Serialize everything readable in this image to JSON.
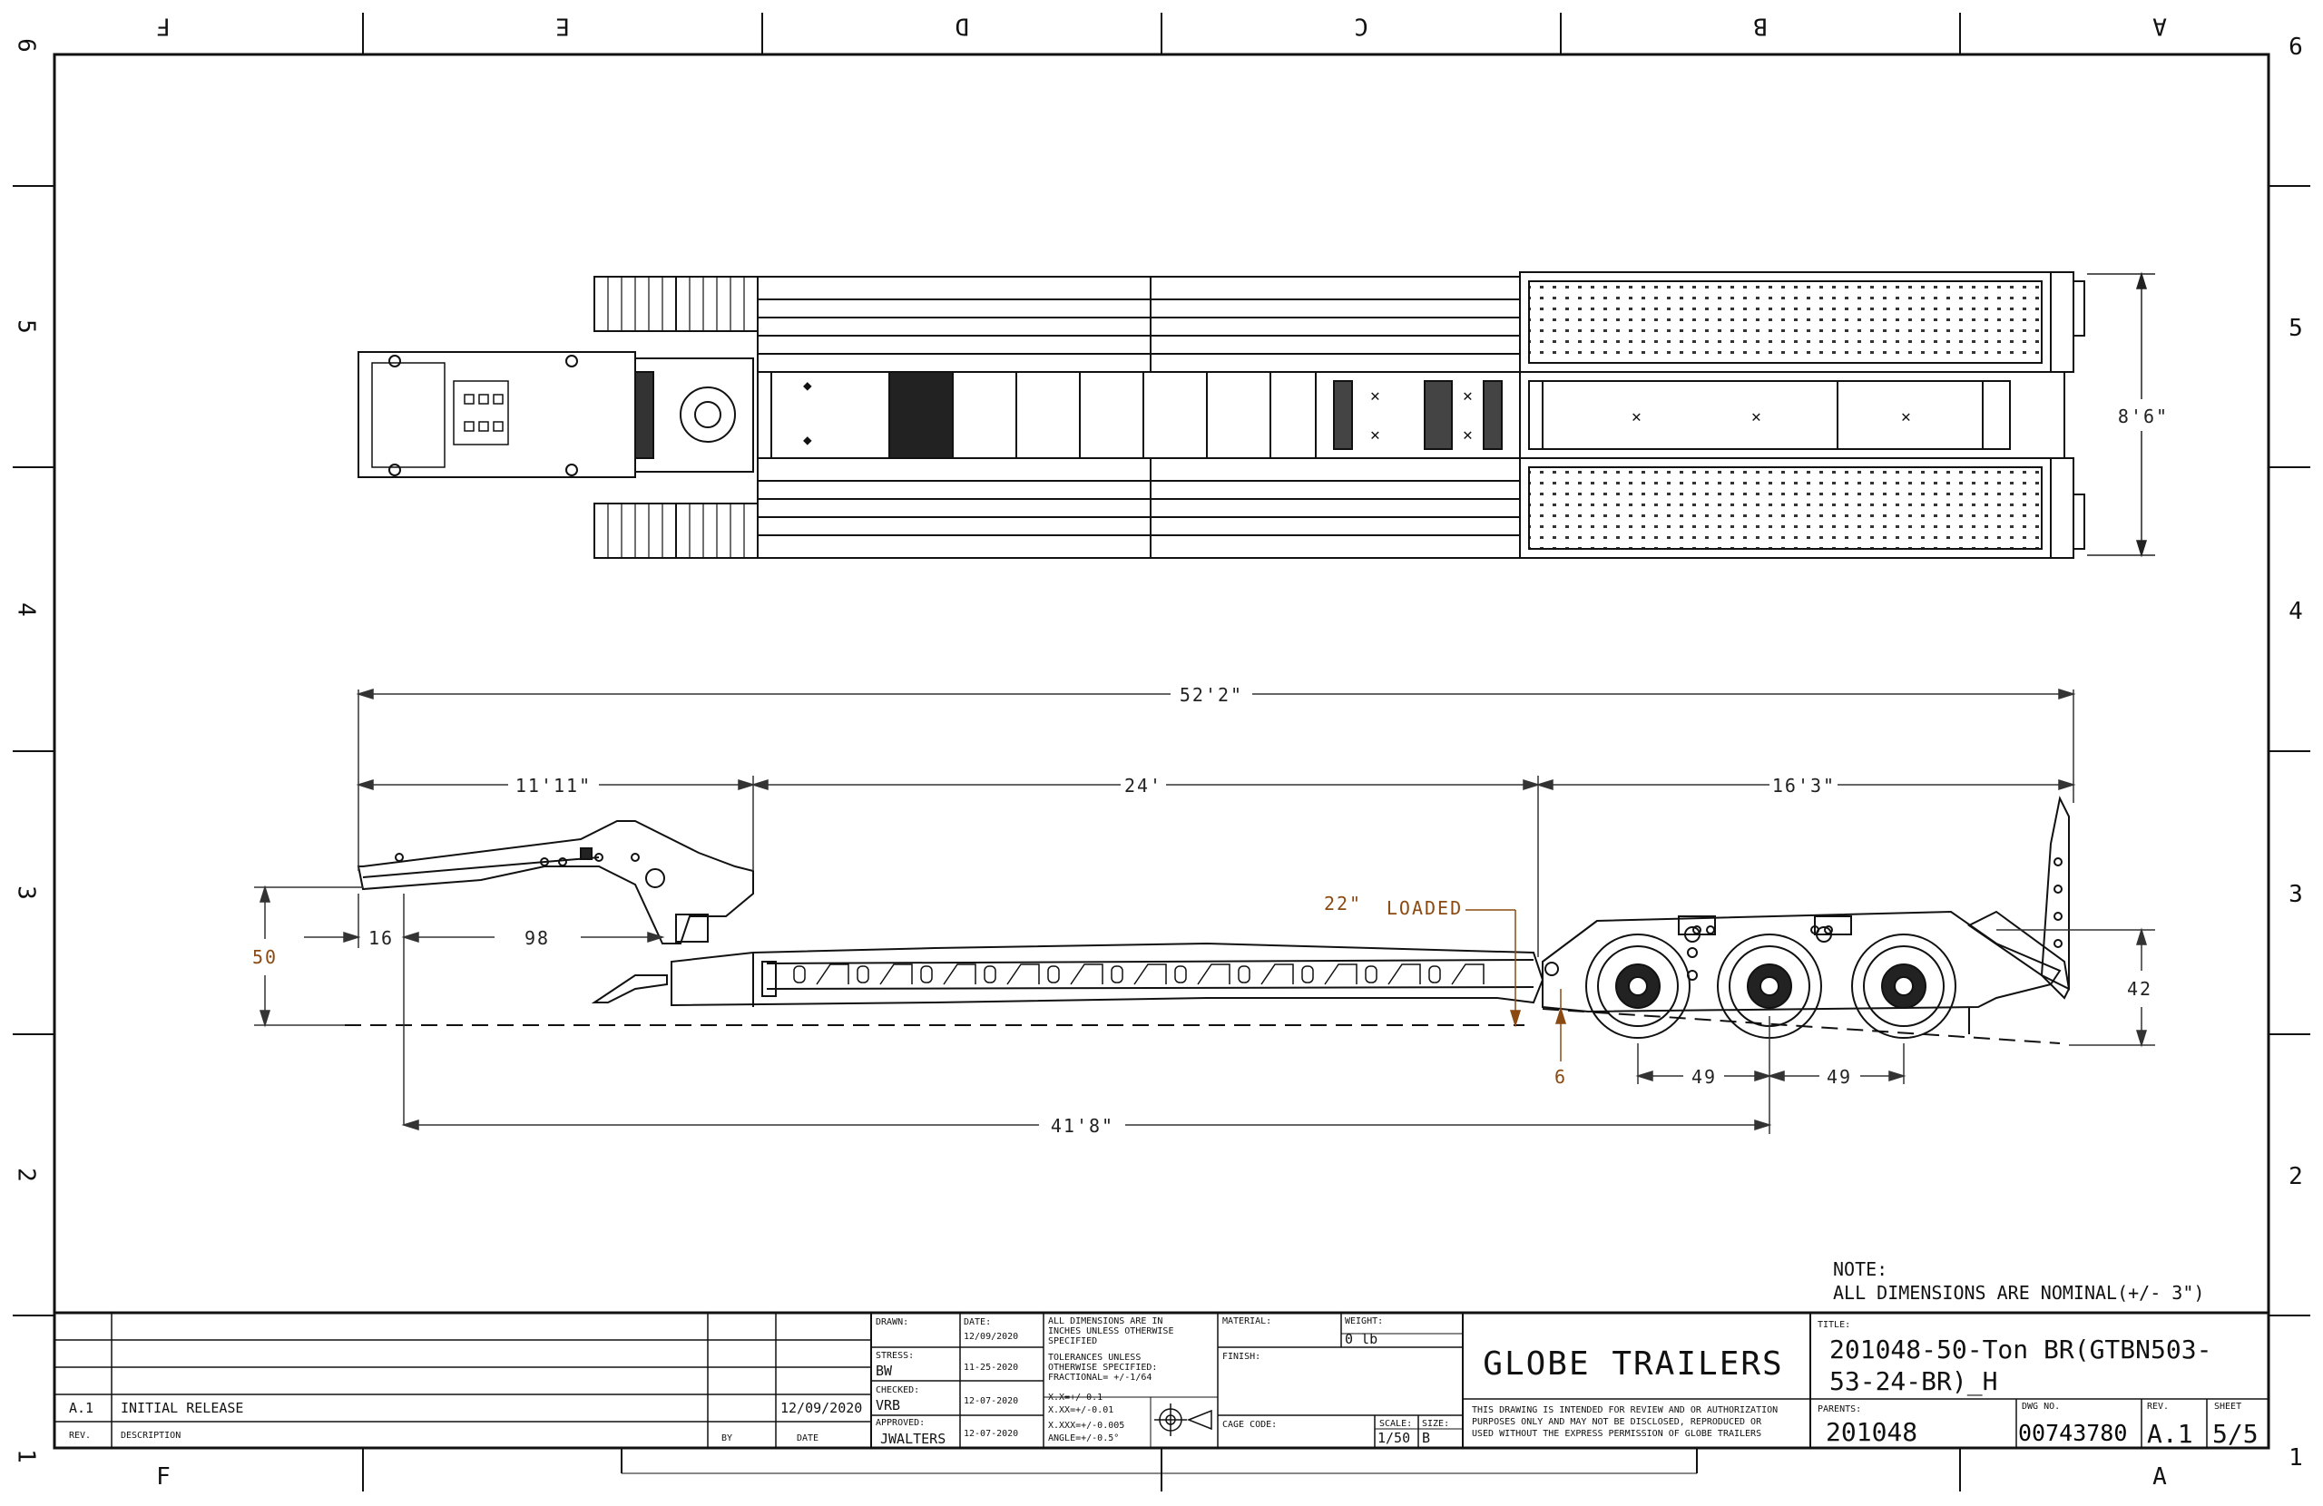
{
  "border": {
    "columns_top": [
      "F",
      "E",
      "D",
      "C",
      "B",
      "A"
    ],
    "columns_bottom": [
      "F",
      "A"
    ],
    "rows_left": [
      "6",
      "5",
      "4",
      "3",
      "2",
      "1"
    ],
    "rows_right": [
      "6",
      "5",
      "4",
      "3",
      "2",
      "1"
    ]
  },
  "dimensions": {
    "width": "8'6\"",
    "overall_length": "52'2\"",
    "gooseneck": "11'11\"",
    "deck": "24'",
    "rear": "16'3\"",
    "front_height": "50",
    "kingpin_offset": "16",
    "kingpin_to_swing": "98",
    "loaded_height": "22\"",
    "loaded_label": "LOADED",
    "wheelbase": "41'8\"",
    "axle_spacing_1": "49",
    "axle_spacing_2": "49",
    "ground_offset": "6",
    "rear_height": "42"
  },
  "note": {
    "label": "NOTE:",
    "text": "ALL DIMENSIONS ARE NOMINAL(+/- 3\")"
  },
  "revisions": {
    "rev": "A.1",
    "description": "INITIAL RELEASE",
    "date": "12/09/2020",
    "headers": {
      "rev": "REV.",
      "description": "DESCRIPTION",
      "by": "BY",
      "date": "DATE"
    }
  },
  "approvals": {
    "drawn_label": "DRAWN:",
    "drawn": "",
    "drawn_date_label": "DATE:",
    "drawn_date": "12/09/2020",
    "stress_label": "STRESS:",
    "stress": "BW",
    "stress_date": "11-25-2020",
    "checked_label": "CHECKED:",
    "checked": "VRB",
    "checked_date": "12-07-2020",
    "approved_label": "APPROVED:",
    "approved": "JWALTERS",
    "approved_date": "12-07-2020"
  },
  "tolerances": {
    "line1": "ALL DIMENSIONS ARE IN",
    "line2": "INCHES UNLESS OTHERWISE",
    "line3": "SPECIFIED",
    "line4": "TOLERANCES UNLESS",
    "line5": "OTHERWISE SPECIFIED:",
    "line6": "FRACTIONAL= +/-1/64",
    "line7": "X.X=+/-0.1",
    "line8": "X.XX=+/-0.01",
    "line9": "X.XXX=+/-0.005",
    "line10": "ANGLE=+/-0.5°"
  },
  "material": {
    "material_label": "MATERIAL:",
    "weight_label": "WEIGHT:",
    "weight": "0 lb",
    "finish_label": "FINISH:",
    "cage_label": "CAGE CODE:",
    "scale_label": "SCALE:",
    "scale": "1/50",
    "size_label": "SIZE:",
    "size": "B"
  },
  "company": {
    "name": "GLOBE TRAILERS",
    "disclaimer1": "THIS DRAWING IS INTENDED FOR REVIEW AND OR AUTHORIZATION",
    "disclaimer2": "PURPOSES ONLY AND MAY NOT BE DISCLOSED, REPRODUCED OR",
    "disclaimer3": "USED WITHOUT THE EXPRESS PERMISSION OF GLOBE TRAILERS"
  },
  "title_block": {
    "title_label": "TITLE:",
    "title_line1": "201048-50-Ton BR(GTBN503-",
    "title_line2": "53-24-BR)_H",
    "parents_label": "PARENTS:",
    "parents": "201048",
    "dwg_label": "DWG NO.",
    "dwg_no": "00743780",
    "rev_label": "REV.",
    "rev": "A.1",
    "sheet_label": "SHEET",
    "sheet": "5/5"
  },
  "colors": {
    "line": "#111111",
    "dimension_accent": "#8a4a12"
  }
}
